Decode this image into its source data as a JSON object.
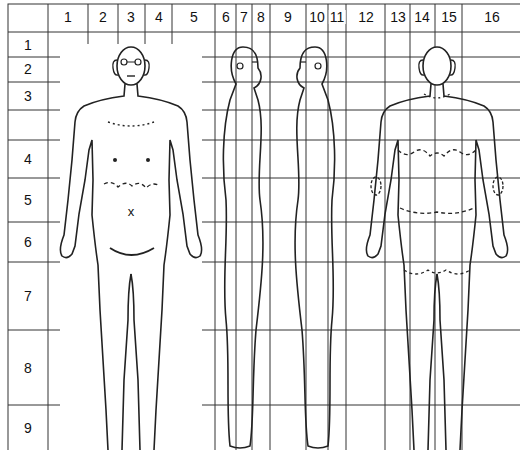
{
  "diagram": {
    "labels": [
      "1",
      "2",
      "3",
      "4",
      "5",
      "6",
      "7",
      "8",
      "9",
      "10",
      "11",
      "12",
      "13",
      "14",
      "15",
      "16",
      "1",
      "2",
      "3",
      "4",
      "5",
      "6",
      "7",
      "8",
      "9",
      "x"
    ]
  }
}
